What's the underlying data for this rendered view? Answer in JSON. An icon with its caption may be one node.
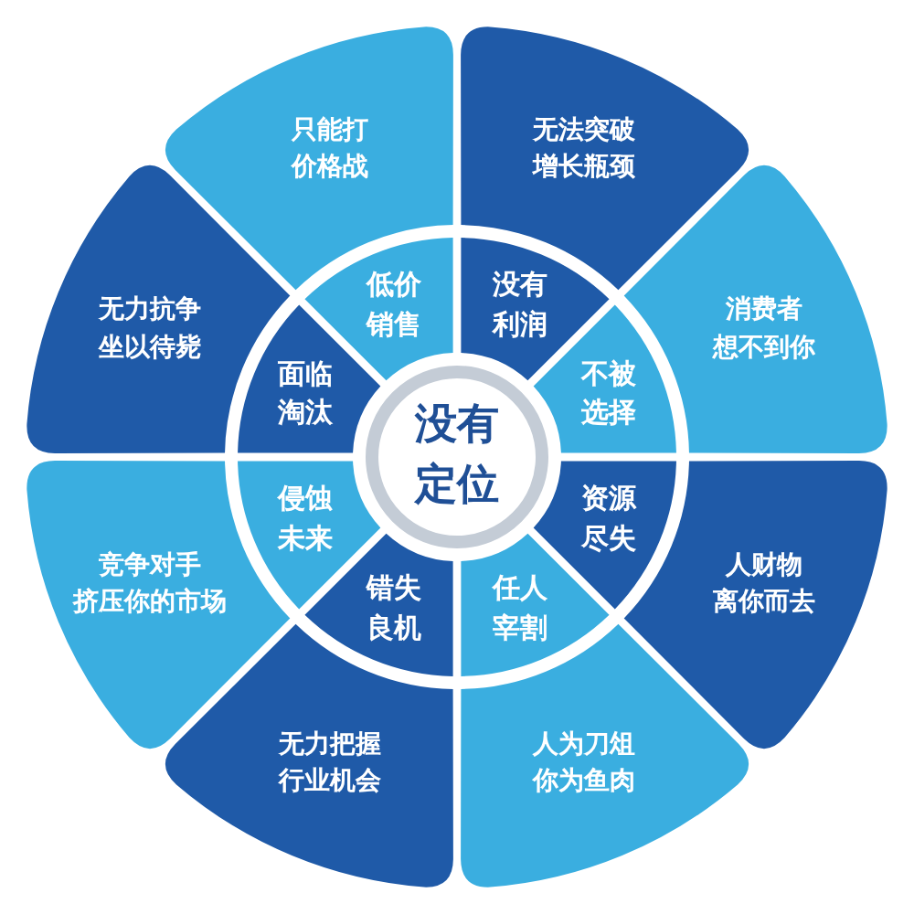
{
  "diagram": {
    "nodes": [
      {
        "text": [
          "没有定位"
        ]
      },
      {
        "text": [
          "没有利润"
        ]
      },
      {
        "text": [
          "不被选择"
        ]
      },
      {
        "text": [
          "资源尽失"
        ]
      },
      {
        "text": [
          "任人宰割"
        ]
      },
      {
        "text": [
          "错失良机"
        ]
      },
      {
        "text": [
          "侵蚀未来"
        ]
      },
      {
        "text": [
          "面临淘汰"
        ]
      },
      {
        "text": [
          "低价销售"
        ]
      },
      {
        "text": [
          "无法突破增长瓶颈"
        ]
      },
      {
        "text": [
          "消费者想不到你"
        ]
      },
      {
        "text": [
          "人财物离你而去"
        ]
      },
      {
        "text": [
          "人为刀俎你为鱼肉"
        ]
      },
      {
        "text": [
          "无力把握行业机会"
        ]
      },
      {
        "text": [
          "竞争对手挤压你的市场"
        ]
      },
      {
        "text": [
          "无力抗争坐以待毙"
        ]
      },
      {
        "text": [
          "只能打价格战"
        ]
      }
    ],
    "edges": []
  }
}
